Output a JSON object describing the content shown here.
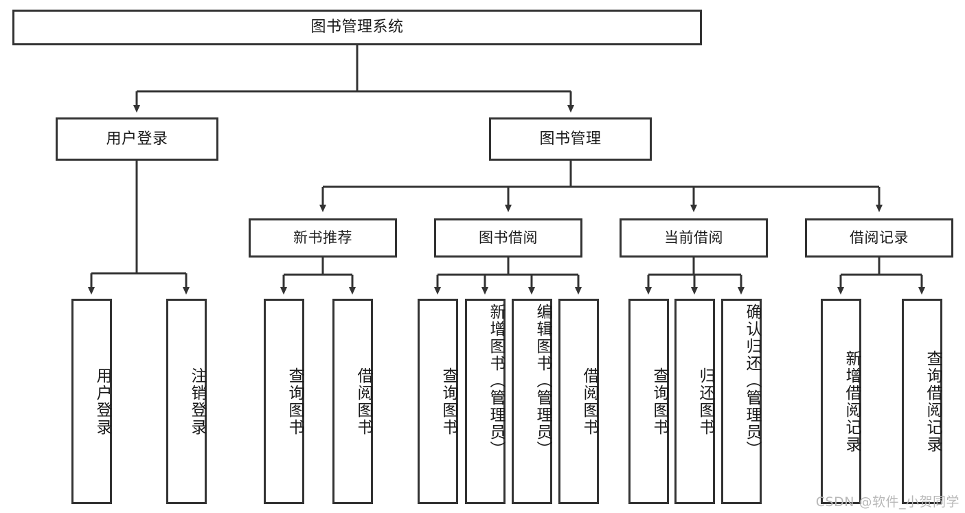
{
  "diagram": {
    "title": "图书管理系统",
    "type": "hierarchy-tree",
    "watermark": "CSDN @软件_小贺同学",
    "colors": {
      "stroke": "#333333",
      "fill": "#ffffff",
      "text": "#1a1a1a",
      "watermark": "#b8b8b8"
    },
    "root": {
      "label": "图书管理系统"
    },
    "level1": [
      {
        "label": "用户登录"
      },
      {
        "label": "图书管理"
      }
    ],
    "level2": [
      {
        "label": "新书推荐"
      },
      {
        "label": "图书借阅"
      },
      {
        "label": "当前借阅"
      },
      {
        "label": "借阅记录"
      }
    ],
    "leaves": {
      "user_login": [
        {
          "label": "用户登录"
        },
        {
          "label": "注销登录"
        }
      ],
      "new_book": [
        {
          "label": "查询图书"
        },
        {
          "label": "借阅图书"
        }
      ],
      "borrow_book": [
        {
          "label": "查询图书"
        },
        {
          "label": "新增图书（管理员）"
        },
        {
          "label": "编辑图书（管理员）"
        },
        {
          "label": "借阅图书"
        }
      ],
      "current_borrow": [
        {
          "label": "查询图书"
        },
        {
          "label": "归还图书"
        },
        {
          "label": "确认归还（管理员）"
        }
      ],
      "borrow_record": [
        {
          "label": "新增借阅记录"
        },
        {
          "label": "查询借阅记录"
        }
      ]
    }
  }
}
